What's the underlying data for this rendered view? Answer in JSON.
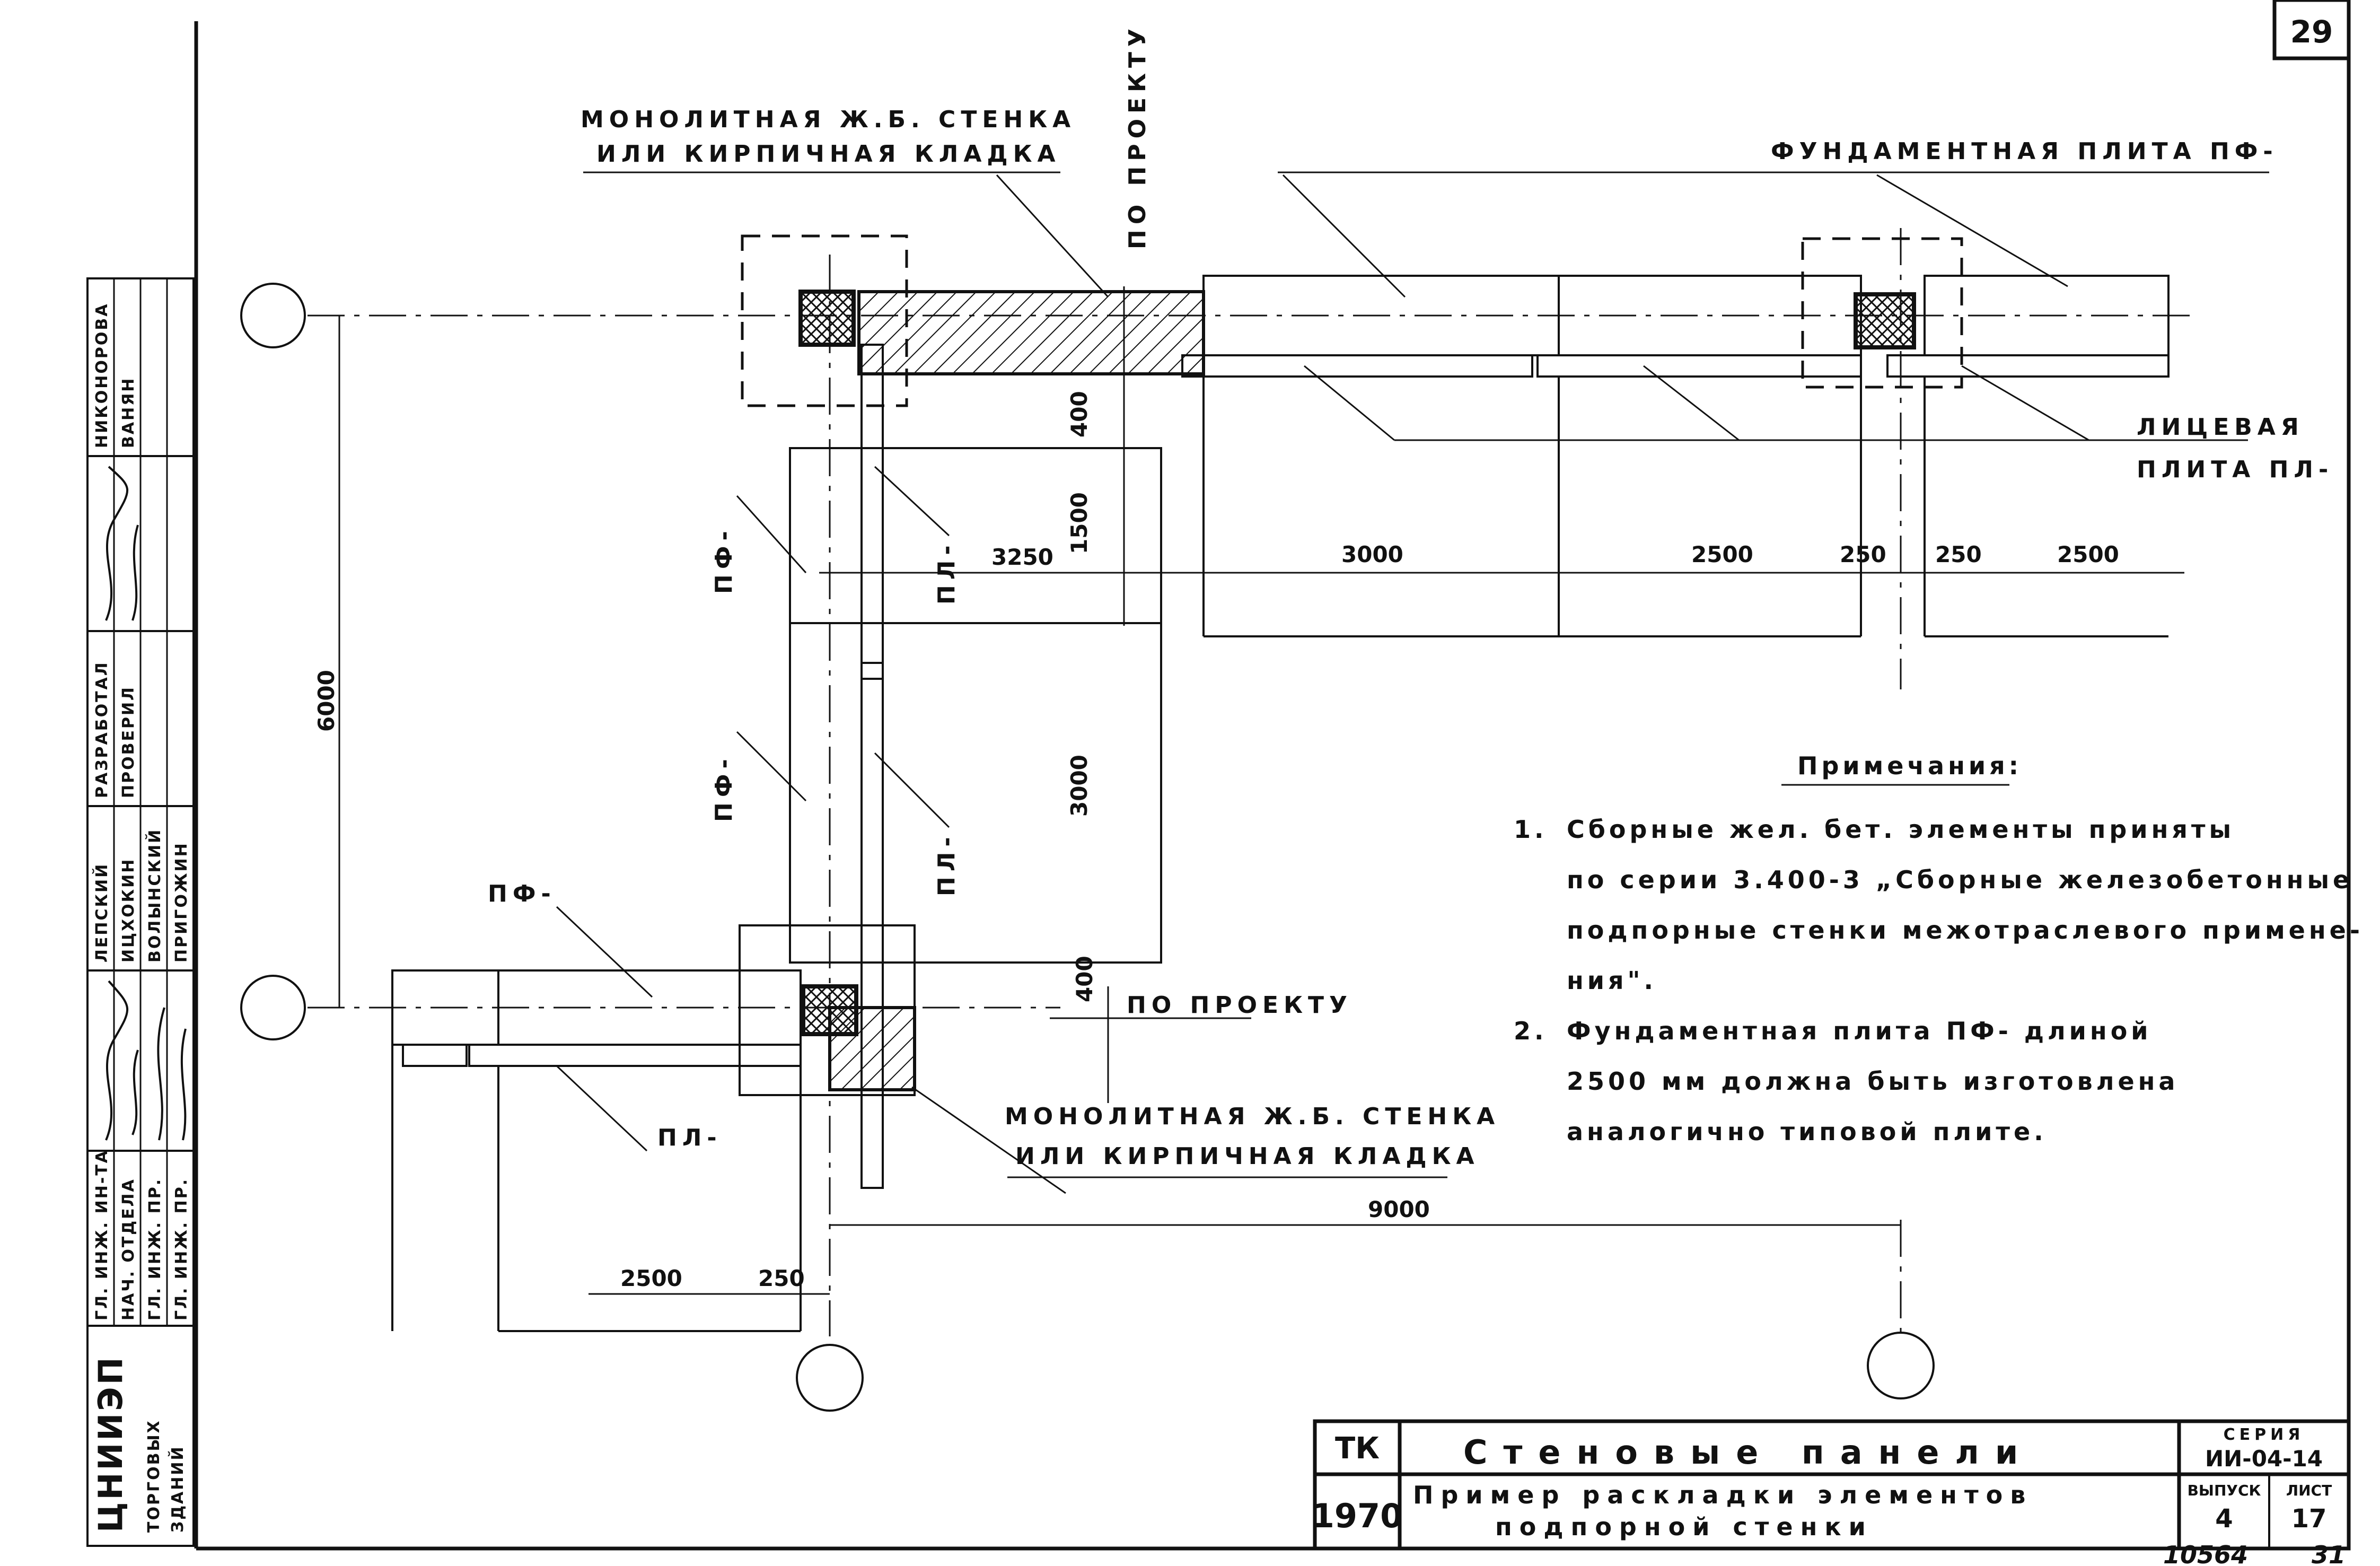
{
  "sheet_number": "29",
  "labels": {
    "monolith_wall_top": [
      "МОНОЛИТНАЯ Ж.Б. СТЕНКА",
      "ИЛИ КИРПИЧНАЯ КЛАДКА"
    ],
    "by_project_top": "ПО ПРОЕКТУ",
    "foundation_slab": "ФУНДАМЕНТНАЯ ПЛИТА ПФ-",
    "face_slab": [
      "ЛИЦЕВАЯ",
      "ПЛИТА ПЛ-"
    ],
    "pf": "ПФ-",
    "pl": "ПЛ-",
    "by_project_bottom": "ПО ПРОЕКТУ",
    "monolith_wall_bottom": [
      "МОНОЛИТНАЯ Ж.Б. СТЕНКА",
      "ИЛИ КИРПИЧНАЯ КЛАДКА"
    ]
  },
  "dimensions": {
    "d400_top": "400",
    "d1500": "1500",
    "d3250": "3250",
    "d3000_horizontal": "3000",
    "d2500_a": "2500",
    "d250_a": "250",
    "d250_b": "250",
    "d2500_b": "2500",
    "d6000": "6000",
    "d3000_vertical": "3000",
    "d400_bottom": "400",
    "d9000": "9000",
    "d2500_c": "2500",
    "d250_c": "250"
  },
  "notes": {
    "title": "Примечания:",
    "items": [
      {
        "number": "1.",
        "lines": [
          "Сборные жел. бет. элементы приняты",
          "по серии 3.400-3 „Сборные железобетонные",
          "подпорные стенки межотраслевого примене-",
          "ния\"."
        ]
      },
      {
        "number": "2.",
        "lines": [
          "Фундаментная плита ПФ- длиной",
          "2500 мм должна быть изготовлена",
          "аналогично типовой плите."
        ]
      }
    ]
  },
  "stamp": {
    "organization": "ЦНИИЭП",
    "organization_sub": [
      "ТОРГОВЫХ",
      "ЗДАНИЙ"
    ],
    "roles": [
      "ГЛ. ИНЖ. ИН-ТА",
      "НАЧ. ОТДЕЛА",
      "ГЛ. ИНЖ. ПР.",
      "ГЛ. ИНЖ. ПР."
    ],
    "names": [
      "ЛЕПСКИЙ",
      "ИЦХОКИН",
      "ВОЛЫНСКИЙ",
      "ПРИГОЖИН"
    ],
    "roles2": [
      "РАЗРАБОТАЛ",
      "ПРОВЕРИЛ"
    ],
    "names2": [
      "НИКОНОРОВА",
      "ВАНЯН"
    ]
  },
  "title_block": {
    "org": "ТК",
    "year": "1970",
    "title": "Стеновые панели",
    "subtitle": [
      "Пример раскладки элементов",
      "подпорной стенки"
    ],
    "series_label": "СЕРИЯ",
    "series_value": "ИИ-04-14",
    "issue_label": "ВЫПУСК",
    "issue_value": "4",
    "sheet_label": "ЛИСТ",
    "sheet_value": "17"
  },
  "footer": {
    "inventory": "10564",
    "page": "31"
  }
}
